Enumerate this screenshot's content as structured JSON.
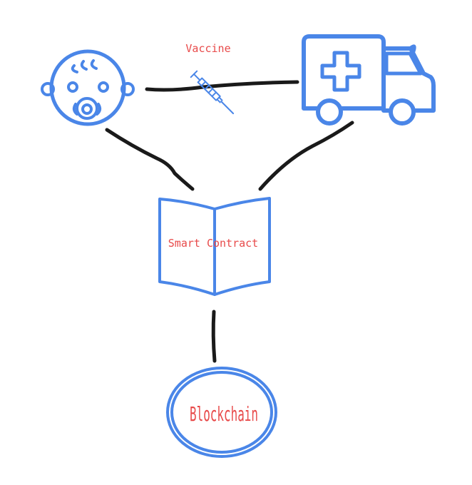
{
  "labels": {
    "vaccine": "Vaccine",
    "smart_contract": "Smart Contract",
    "blockchain": "Blockchain"
  },
  "icons": {
    "baby": "baby-icon",
    "ambulance": "ambulance-icon",
    "syringe": "syringe-icon",
    "contract": "open-book-icon",
    "blockchain": "double-ellipse"
  },
  "colors": {
    "icon_stroke": "#4a86e8",
    "label_text": "#e84a4a",
    "connector": "#1a1a1a",
    "background": "#ffffff"
  }
}
